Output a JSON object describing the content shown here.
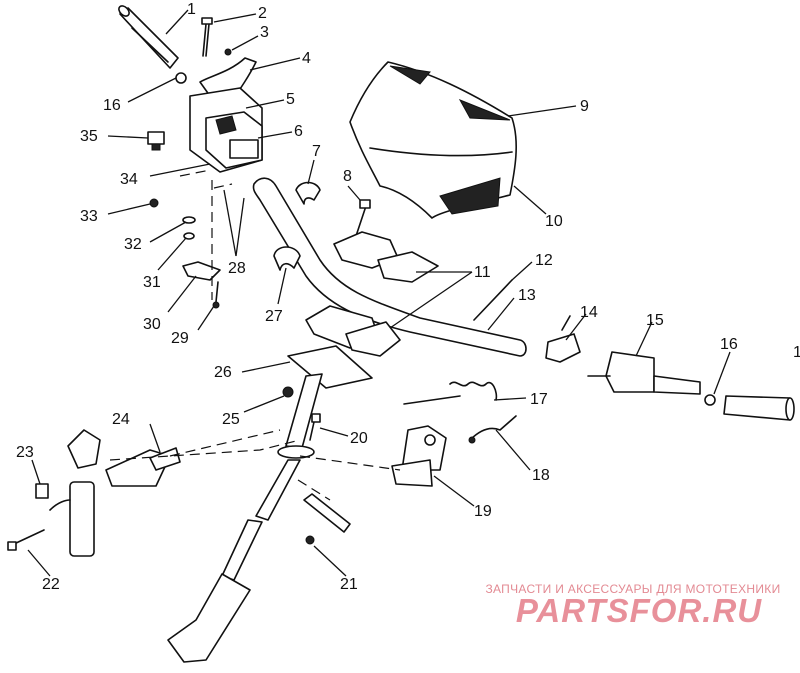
{
  "callouts": [
    {
      "id": "c1a",
      "text": "1"
    },
    {
      "id": "c2",
      "text": "2"
    },
    {
      "id": "c3",
      "text": "3"
    },
    {
      "id": "c4",
      "text": "4"
    },
    {
      "id": "c5",
      "text": "5"
    },
    {
      "id": "c6",
      "text": "6"
    },
    {
      "id": "c7",
      "text": "7"
    },
    {
      "id": "c8",
      "text": "8"
    },
    {
      "id": "c9",
      "text": "9"
    },
    {
      "id": "c10",
      "text": "10"
    },
    {
      "id": "c11",
      "text": "11"
    },
    {
      "id": "c12",
      "text": "12"
    },
    {
      "id": "c13",
      "text": "13"
    },
    {
      "id": "c14",
      "text": "14"
    },
    {
      "id": "c15",
      "text": "15"
    },
    {
      "id": "c16a",
      "text": "16"
    },
    {
      "id": "c16b",
      "text": "16"
    },
    {
      "id": "c1b",
      "text": "1"
    },
    {
      "id": "c17",
      "text": "17"
    },
    {
      "id": "c18",
      "text": "18"
    },
    {
      "id": "c19",
      "text": "19"
    },
    {
      "id": "c20",
      "text": "20"
    },
    {
      "id": "c21",
      "text": "21"
    },
    {
      "id": "c22",
      "text": "22"
    },
    {
      "id": "c23",
      "text": "23"
    },
    {
      "id": "c24",
      "text": "24"
    },
    {
      "id": "c25",
      "text": "25"
    },
    {
      "id": "c26",
      "text": "26"
    },
    {
      "id": "c27",
      "text": "27"
    },
    {
      "id": "c28",
      "text": "28"
    },
    {
      "id": "c29",
      "text": "29"
    },
    {
      "id": "c30",
      "text": "30"
    },
    {
      "id": "c31",
      "text": "31"
    },
    {
      "id": "c32",
      "text": "32"
    },
    {
      "id": "c33",
      "text": "33"
    },
    {
      "id": "c34",
      "text": "34"
    },
    {
      "id": "c35",
      "text": "35"
    }
  ],
  "watermark": {
    "tagline": "ЗАПЧАСТИ И АКСЕССУАРЫ ДЛЯ МОТОТЕХНИКИ",
    "logo": "PARTSFOR.RU",
    "color": "#e8909a"
  }
}
